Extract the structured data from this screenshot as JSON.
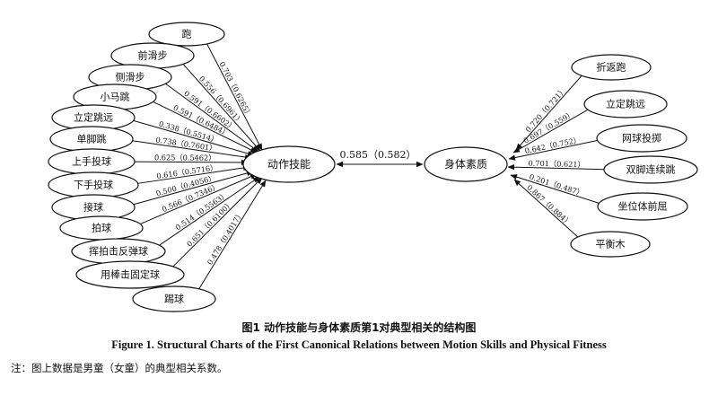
{
  "motion_skill": "动作技能",
  "physical_fitness": "身体素质",
  "canonical_relation": "0.585（0.582）",
  "left_items": [
    {
      "label": "跑",
      "coef": "0.703（0.6265）"
    },
    {
      "label": "前滑步",
      "coef": "0.556（0.6961）"
    },
    {
      "label": "侧滑步",
      "coef": "0.591（0.6602）"
    },
    {
      "label": "小马跳",
      "coef": "0.591（0.6484）"
    },
    {
      "label": "立定跳远",
      "coef": "0.338（0.5514）"
    },
    {
      "label": "单脚跳",
      "coef": "0.738（0.7601）"
    },
    {
      "label": "上手投球",
      "coef": "0.625（0.5462）"
    },
    {
      "label": "下手投球",
      "coef": "0.616（0.5716）"
    },
    {
      "label": "接球",
      "coef": "0.500（0.4056）"
    },
    {
      "label": "拍球",
      "coef": "0.566（0.7346）"
    },
    {
      "label": "挥拍击反弹球",
      "coef": "0.514（0.5563）"
    },
    {
      "label": "用棒击固定球",
      "coef": "0.651（0.6100）"
    },
    {
      "label": "踢球",
      "coef": "0.478（0.4017）"
    }
  ],
  "right_items": [
    {
      "label": "折返跑",
      "coef": "0.720（0.721）"
    },
    {
      "label": "立定跳远",
      "coef": "0.697（0.559）"
    },
    {
      "label": "网球投掷",
      "coef": "0.642（0.752）"
    },
    {
      "label": "双脚连续跳",
      "coef": "0.701（0.621）"
    },
    {
      "label": "坐位体前屈",
      "coef": "0.201（0.487）"
    },
    {
      "label": "平衡木",
      "coef": "0.867（0.884）"
    }
  ],
  "caption_cn": "图1   动作技能与身体素质第1对典型相关的结构图",
  "caption_en": "Figure 1.    Structural Charts of the First Canonical Relations between Motion Skills and Physical Fitness",
  "note": "注：图上数据是男童（女童）的典型相关系数。"
}
